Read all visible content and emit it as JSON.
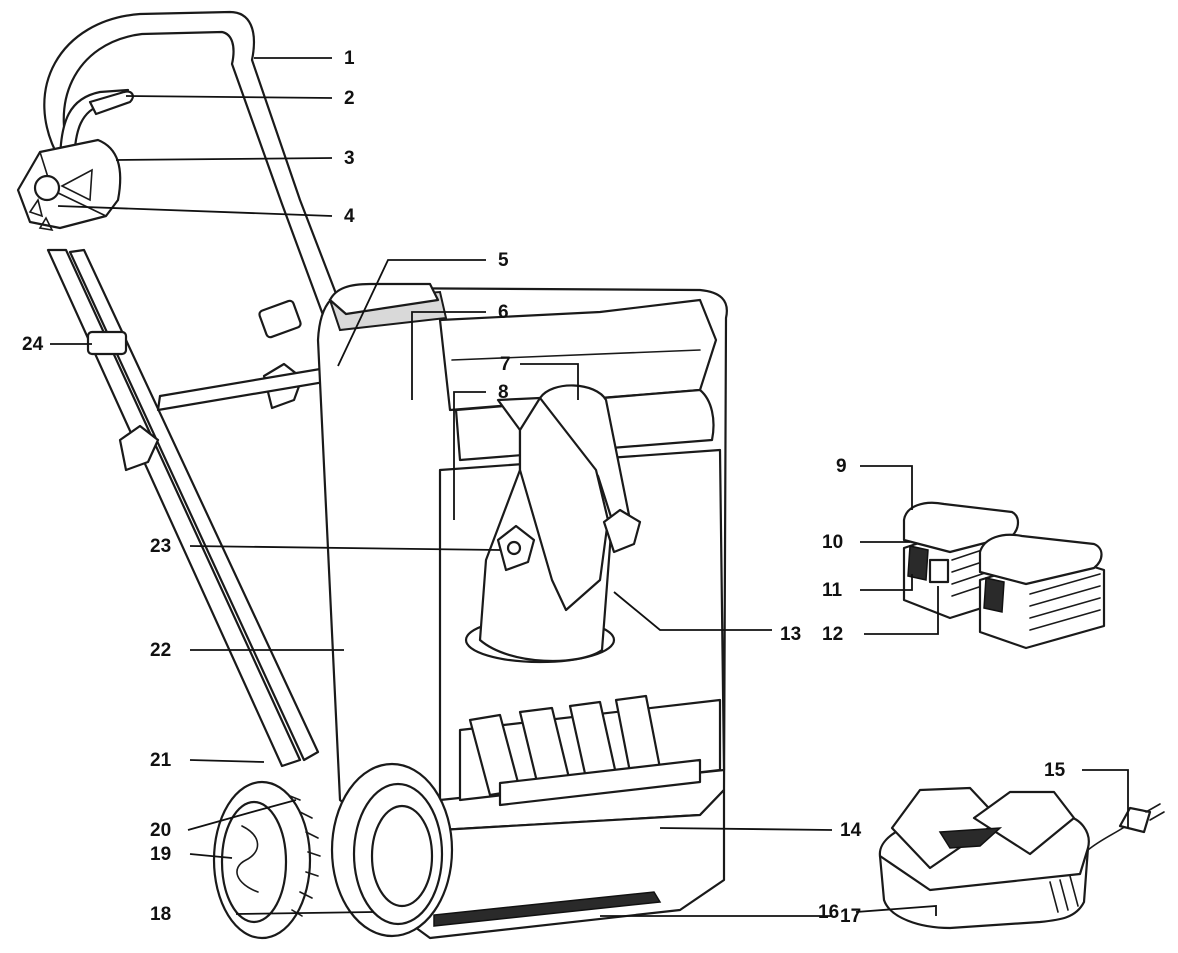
{
  "callouts": [
    {
      "id": "1",
      "name": "callout-1"
    },
    {
      "id": "2",
      "name": "callout-2"
    },
    {
      "id": "3",
      "name": "callout-3"
    },
    {
      "id": "4",
      "name": "callout-4"
    },
    {
      "id": "5",
      "name": "callout-5"
    },
    {
      "id": "6",
      "name": "callout-6"
    },
    {
      "id": "7",
      "name": "callout-7"
    },
    {
      "id": "8",
      "name": "callout-8"
    },
    {
      "id": "9",
      "name": "callout-9"
    },
    {
      "id": "10",
      "name": "callout-10"
    },
    {
      "id": "11",
      "name": "callout-11"
    },
    {
      "id": "12",
      "name": "callout-12"
    },
    {
      "id": "13",
      "name": "callout-13"
    },
    {
      "id": "14",
      "name": "callout-14"
    },
    {
      "id": "15",
      "name": "callout-15"
    },
    {
      "id": "16",
      "name": "callout-16"
    },
    {
      "id": "17",
      "name": "callout-17"
    },
    {
      "id": "18",
      "name": "callout-18"
    },
    {
      "id": "19",
      "name": "callout-19"
    },
    {
      "id": "20",
      "name": "callout-20"
    },
    {
      "id": "21",
      "name": "callout-21"
    },
    {
      "id": "22",
      "name": "callout-22"
    },
    {
      "id": "23",
      "name": "callout-23"
    },
    {
      "id": "24",
      "name": "callout-24"
    }
  ],
  "colors": {
    "line": "#1a1a1a",
    "background": "#ffffff"
  }
}
